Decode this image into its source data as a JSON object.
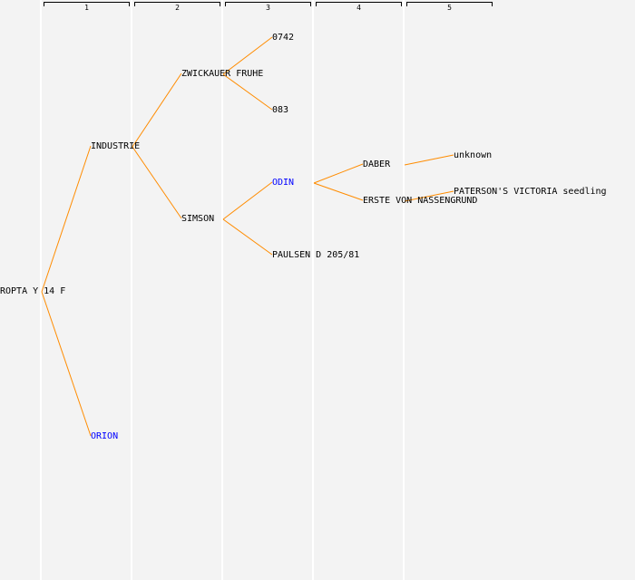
{
  "generations": [
    "1",
    "2",
    "3",
    "4",
    "5"
  ],
  "colors": {
    "line": "#ff8c00",
    "link": "#0000ff",
    "text": "#000000",
    "background": "#f3f3f3"
  },
  "nodes": [
    {
      "id": "root",
      "label": "ROPTA Y 14 F",
      "gen": 0,
      "link": false
    },
    {
      "id": "n1",
      "label": "INDUSTRIE",
      "gen": 1,
      "parent": "root",
      "link": false
    },
    {
      "id": "n2",
      "label": "ORION",
      "gen": 1,
      "parent": "root",
      "link": true
    },
    {
      "id": "n3",
      "label": "ZWICKAUER FRUHE",
      "gen": 2,
      "parent": "n1",
      "link": false
    },
    {
      "id": "n4",
      "label": "SIMSON",
      "gen": 2,
      "parent": "n1",
      "link": false
    },
    {
      "id": "n5",
      "label": "0742",
      "gen": 3,
      "parent": "n3",
      "link": false
    },
    {
      "id": "n6",
      "label": "083",
      "gen": 3,
      "parent": "n3",
      "link": false
    },
    {
      "id": "n7",
      "label": "ODIN",
      "gen": 3,
      "parent": "n4",
      "link": true
    },
    {
      "id": "n8",
      "label": "PAULSEN D 205/81",
      "gen": 3,
      "parent": "n4",
      "link": false
    },
    {
      "id": "n9",
      "label": "DABER",
      "gen": 4,
      "parent": "n7",
      "link": false
    },
    {
      "id": "n10",
      "label": "ERSTE VON NASSENGRUND",
      "gen": 4,
      "parent": "n7",
      "link": false
    },
    {
      "id": "n11",
      "label": "unknown",
      "gen": 5,
      "parent": "n9",
      "link": false
    },
    {
      "id": "n12",
      "label": "PATERSON'S VICTORIA seedling",
      "gen": 5,
      "parent": "n10",
      "link": false
    }
  ]
}
